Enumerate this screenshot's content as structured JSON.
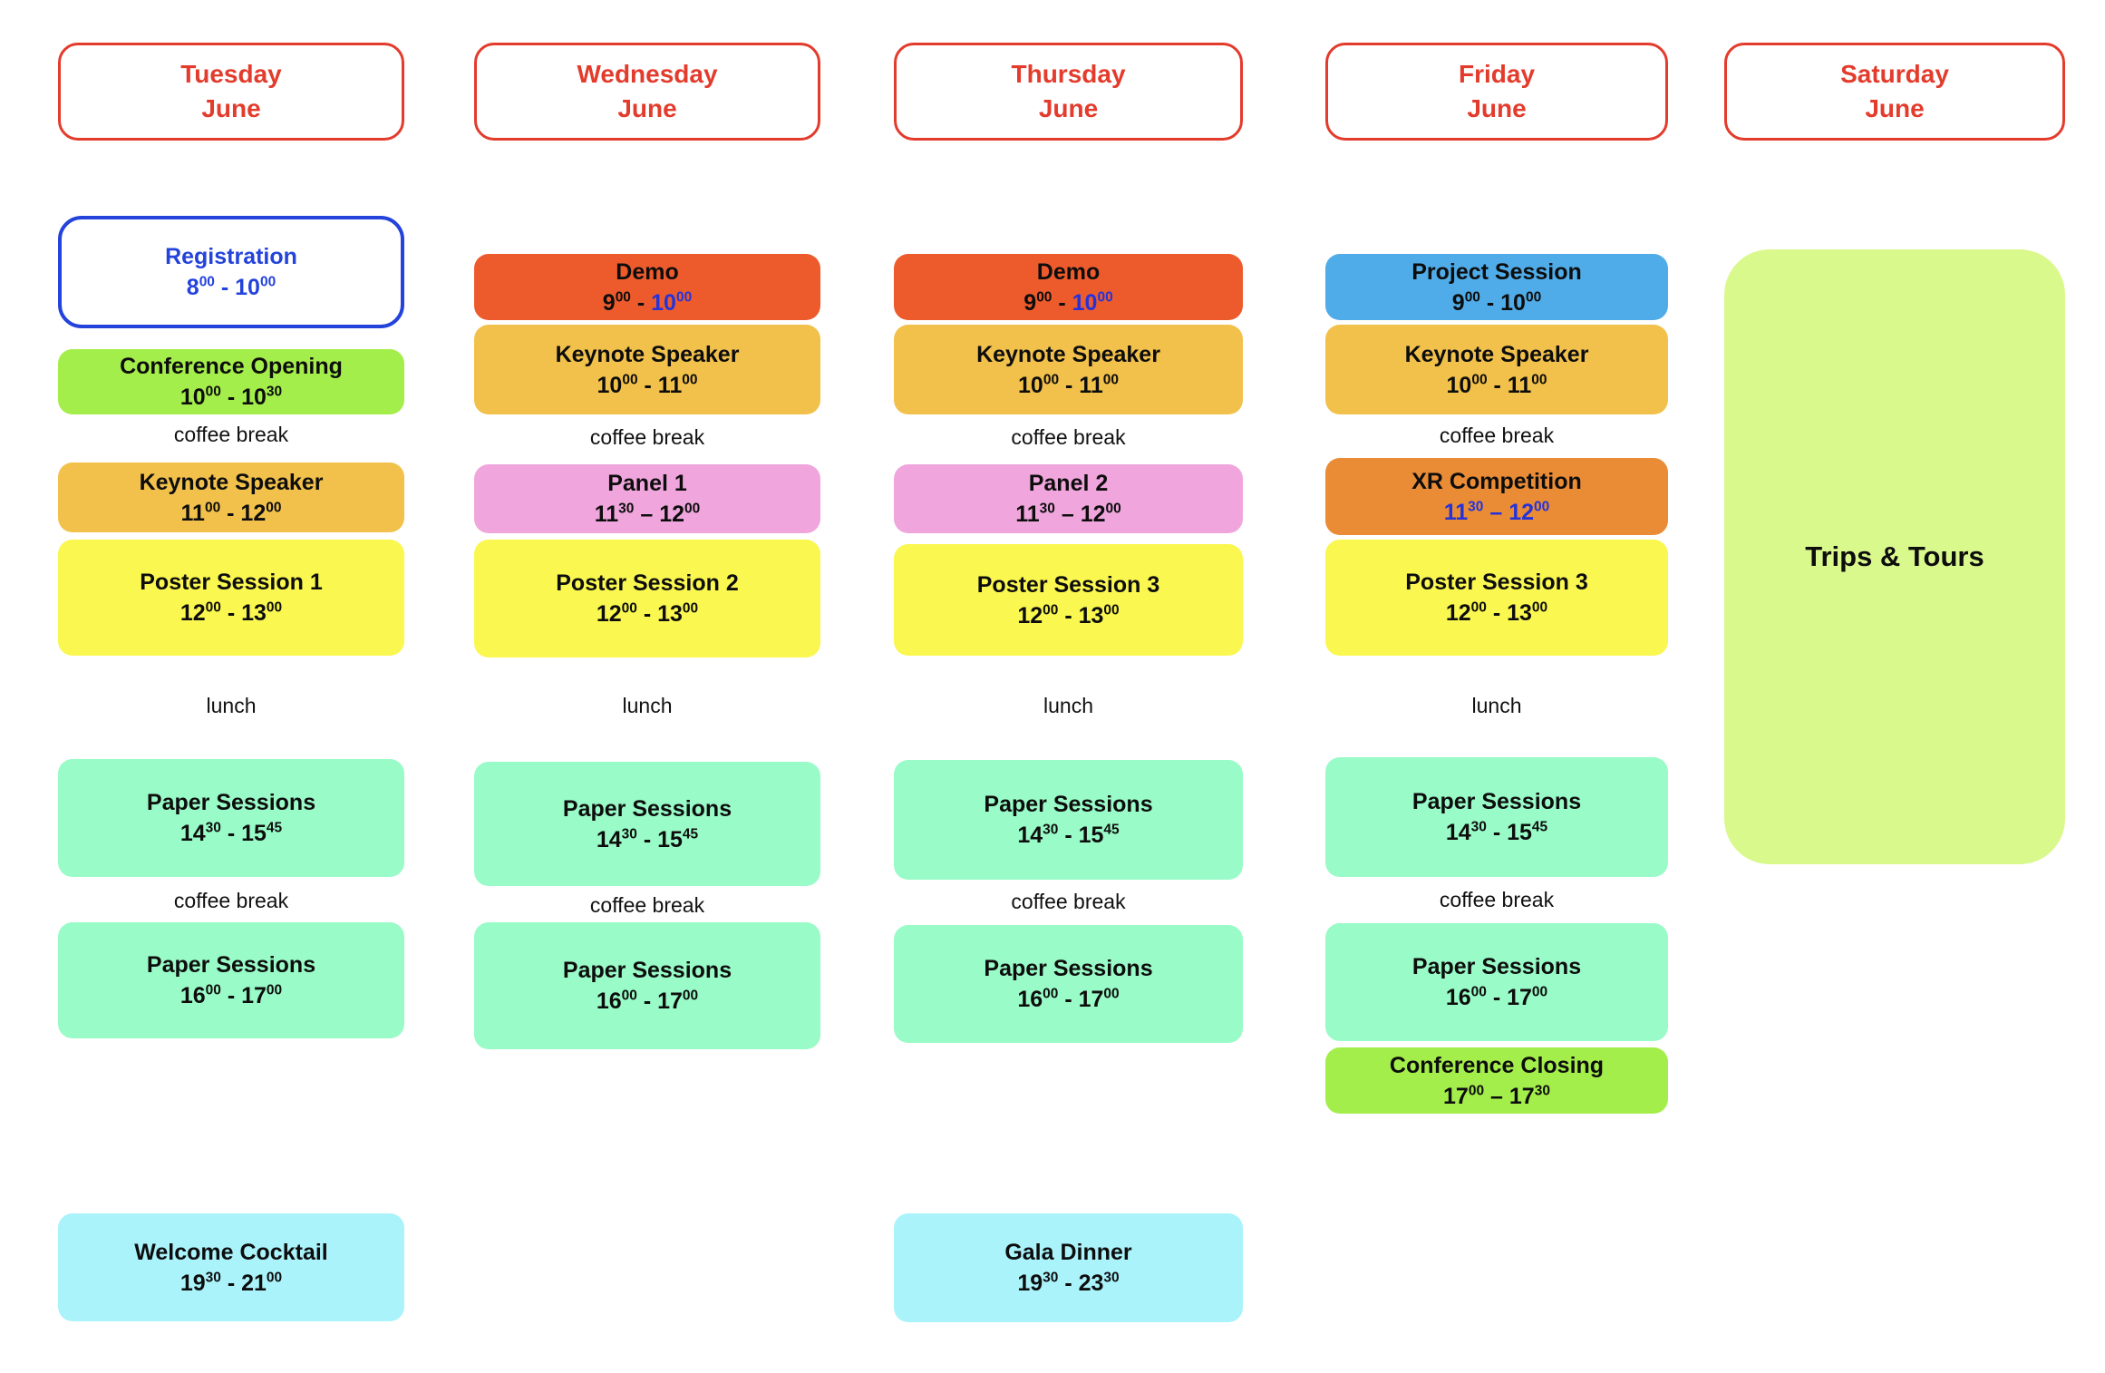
{
  "labels": {
    "coffee_break": "coffee break",
    "lunch": "lunch"
  },
  "colors": {
    "header_red": "#e33b2c",
    "registration_blue": "#2443db",
    "time_blue": "#2433d9",
    "demo_red": "#ed5b2c",
    "keynote_orange": "#f2c14b",
    "panel_pink": "#f0a6dc",
    "poster_yellow": "#faf750",
    "paper_mint": "#99fbc7",
    "social_cyan": "#aaf3fb",
    "opening_green": "#a4ee4b",
    "project_blue": "#4face8",
    "xr_orange": "#e98c35",
    "trips_green": "#daf98d",
    "background": "#ffffff"
  },
  "days": [
    {
      "name": "Tuesday",
      "month": "June",
      "events": [
        {
          "title": "Registration",
          "time": "8^00 - 10^00"
        },
        {
          "title": "Conference Opening",
          "time": "10^00 - 10^30"
        },
        {
          "title": "Keynote Speaker",
          "time": "11^00 - 12^00"
        },
        {
          "title": "Poster Session 1",
          "time": "12^00 - 13^00"
        },
        {
          "title": "Paper Sessions",
          "time": "14^30 - 15^45"
        },
        {
          "title": "Paper Sessions",
          "time": "16^00 - 17^00"
        },
        {
          "title": "Welcome Cocktail",
          "time": "19^30 - 21^00"
        }
      ]
    },
    {
      "name": "Wednesday",
      "month": "June",
      "events": [
        {
          "title": "Demo",
          "time": "9^00 - ",
          "time_blue": "10^00"
        },
        {
          "title": "Keynote Speaker",
          "time": "10^00 - 11^00"
        },
        {
          "title": "Panel 1",
          "time": "11^30 – 12^00"
        },
        {
          "title": "Poster Session 2",
          "time": "12^00 - 13^00"
        },
        {
          "title": "Paper Sessions",
          "time": "14^30 - 15^45"
        },
        {
          "title": "Paper Sessions",
          "time": "16^00 - 17^00"
        }
      ]
    },
    {
      "name": "Thursday",
      "month": "June",
      "events": [
        {
          "title": "Demo",
          "time": "9^00 - ",
          "time_blue": "10^00"
        },
        {
          "title": "Keynote Speaker",
          "time": "10^00 - 11^00"
        },
        {
          "title": "Panel 2",
          "time": "11^30 – 12^00"
        },
        {
          "title": "Poster Session 3",
          "time": "12^00 - 13^00"
        },
        {
          "title": "Paper Sessions",
          "time": "14^30 - 15^45"
        },
        {
          "title": "Paper Sessions",
          "time": "16^00 - 17^00"
        },
        {
          "title": "Gala Dinner",
          "time": "19^30 - 23^30"
        }
      ]
    },
    {
      "name": "Friday",
      "month": "June",
      "events": [
        {
          "title": "Project Session",
          "time": "9^00 - 10^00"
        },
        {
          "title": "Keynote Speaker",
          "time": "10^00 - 11^00"
        },
        {
          "title": "XR Competition",
          "time": "11^30 – 12^00"
        },
        {
          "title": "Poster Session 3",
          "time": "12^00 - 13^00"
        },
        {
          "title": "Paper Sessions",
          "time": "14^30 - 15^45"
        },
        {
          "title": "Paper Sessions",
          "time": "16^00 - 17^00"
        },
        {
          "title": "Conference Closing",
          "time": "17^00 – 17^30"
        }
      ]
    },
    {
      "name": "Saturday",
      "month": "June",
      "events": [
        {
          "title": "Trips & Tours"
        }
      ]
    }
  ]
}
